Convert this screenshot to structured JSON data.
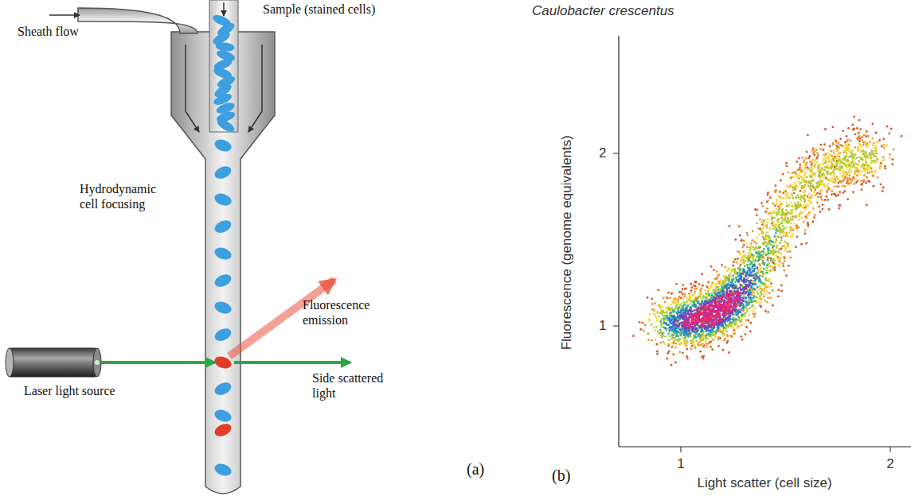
{
  "diagram": {
    "labels": [
      "Sheath flow",
      "Sample (stained cells)",
      "Hydrodynamic cell focusing",
      "Fluorescence emission",
      "Laser light source",
      "Side scattered light",
      "(a)",
      "Caulobacter crescentus",
      "2",
      "1",
      "Fluorescence (genome equivalents)",
      "1",
      "2",
      "Light scatter (cell size)",
      "(b)"
    ]
  }
}
